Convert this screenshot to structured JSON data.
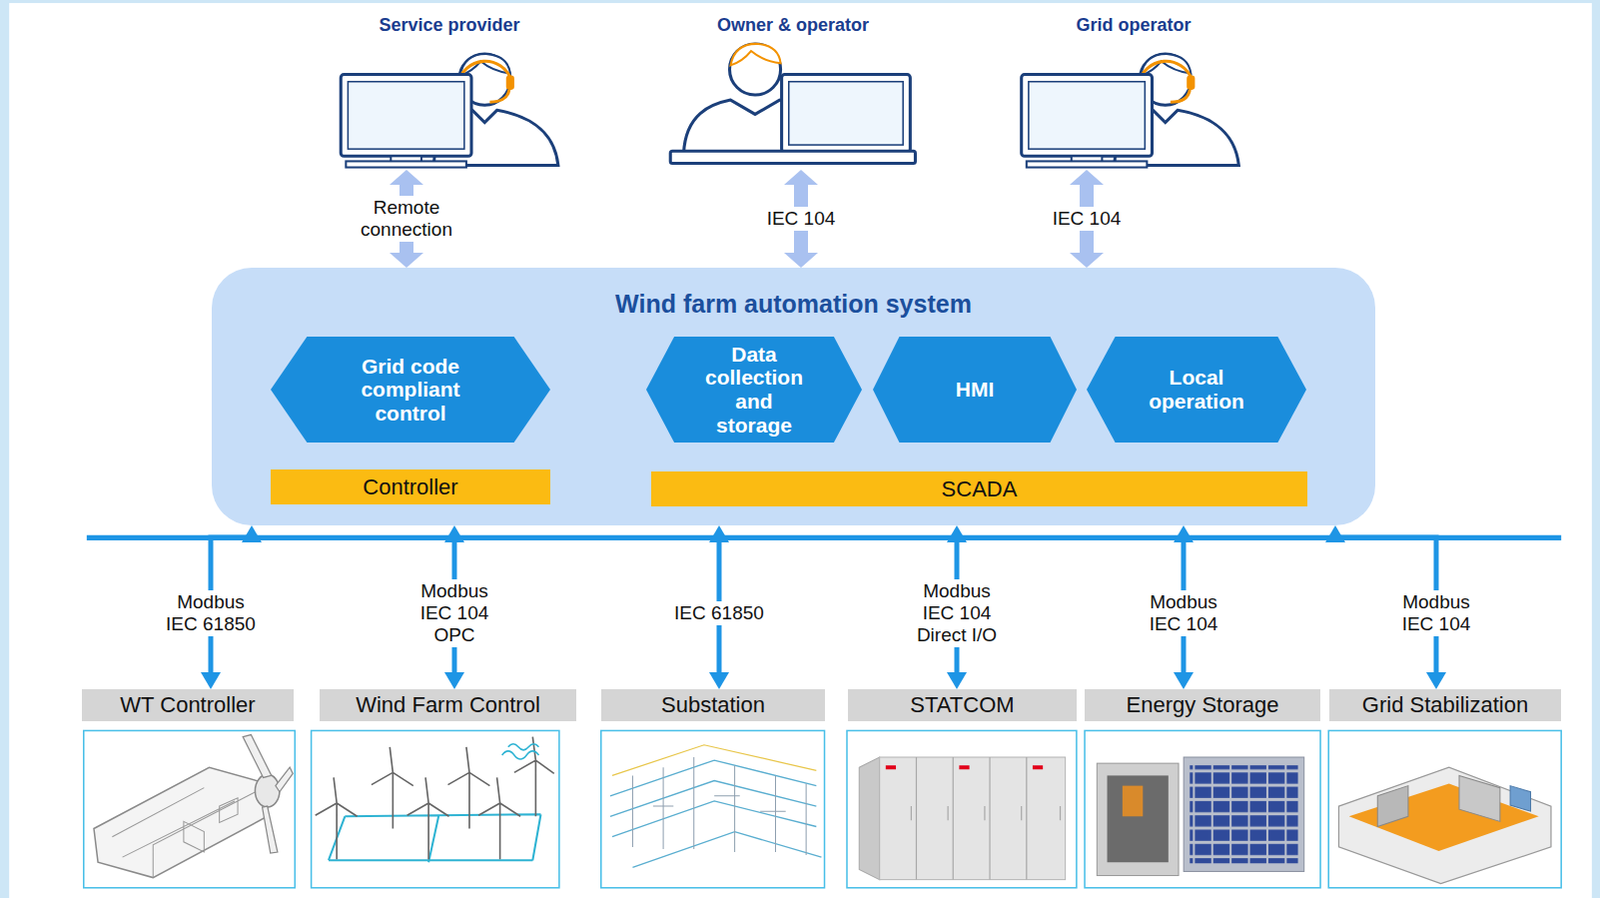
{
  "diagram": {
    "nodes": [
      {
        "text": [
          "Service provider"
        ]
      },
      {
        "text": [
          "Owner & operator"
        ]
      },
      {
        "text": [
          "Grid operator"
        ]
      },
      {
        "text": [
          "Wind farm automation system"
        ]
      },
      {
        "text": [
          "Grid code compliant control"
        ],
        "in": 3
      },
      {
        "text": [
          "Data collection and storage"
        ],
        "in": 3
      },
      {
        "text": [
          "HMI"
        ],
        "in": 3
      },
      {
        "text": [
          "Local operation"
        ],
        "in": 3
      },
      {
        "text": [
          "Controller"
        ],
        "in": 3
      },
      {
        "text": [
          "SCADA"
        ],
        "in": 3
      },
      {
        "text": [
          "WT Controller"
        ]
      },
      {
        "text": [
          "Wind Farm Control"
        ]
      },
      {
        "text": [
          "Substation"
        ]
      },
      {
        "text": [
          "STATCOM"
        ]
      },
      {
        "text": [
          "Energy Storage"
        ]
      },
      {
        "text": [
          "Grid Stabilization"
        ]
      }
    ],
    "edges": [
      {
        "from": 0,
        "to": 3,
        "arrow": "both",
        "label": "Remote connection"
      },
      {
        "from": 1,
        "to": 3,
        "arrow": "both",
        "label": "IEC 104"
      },
      {
        "from": 2,
        "to": 3,
        "arrow": "both",
        "label": "IEC 104"
      },
      {
        "from": 3,
        "to": 10,
        "arrow": "both",
        "label": "Modbus IEC 61850"
      },
      {
        "from": 3,
        "to": 11,
        "arrow": "both",
        "label": "Modbus IEC 104 OPC"
      },
      {
        "from": 3,
        "to": 12,
        "arrow": "both",
        "label": "IEC 61850"
      },
      {
        "from": 3,
        "to": 13,
        "arrow": "both",
        "label": "Modbus IEC 104 Direct I/O"
      },
      {
        "from": 3,
        "to": 14,
        "arrow": "both",
        "label": "Modbus IEC 104"
      },
      {
        "from": 3,
        "to": 15,
        "arrow": "both",
        "label": "Modbus IEC 104"
      }
    ]
  }
}
